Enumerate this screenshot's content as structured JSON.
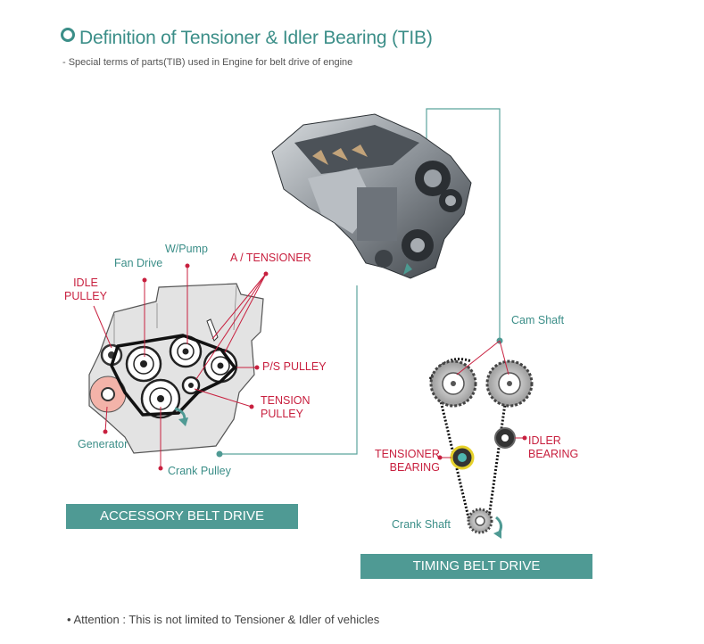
{
  "header": {
    "title": "Definition of Tensioner & Idler Bearing (TIB)",
    "subtitle": "- Special terms of parts(TIB) used in Engine for belt drive of engine"
  },
  "accessory": {
    "banner": "ACCESSORY BELT DRIVE",
    "labels": {
      "idle_pulley_1": "IDLE",
      "idle_pulley_2": "PULLEY",
      "fan_drive": "Fan Drive",
      "w_pump": "W/Pump",
      "a_tensioner": "A / TENSIONER",
      "ps_pulley": "P/S PULLEY",
      "tension_pulley_1": "TENSION",
      "tension_pulley_2": "PULLEY",
      "generator": "Generator",
      "crank_pulley": "Crank Pulley"
    }
  },
  "timing": {
    "banner": "TIMING BELT DRIVE",
    "labels": {
      "cam_shaft": "Cam Shaft",
      "tensioner_bearing_1": "TENSIONER",
      "tensioner_bearing_2": "BEARING",
      "idler_bearing_1": "IDLER",
      "idler_bearing_2": "BEARING",
      "crank_shaft": "Crank Shaft"
    }
  },
  "footer": {
    "attention": "• Attention : This is not limited to Tensioner & Idler of vehicles"
  },
  "colors": {
    "teal": "#3b8e88",
    "banner": "#4f9a94",
    "red": "#c8203f"
  }
}
